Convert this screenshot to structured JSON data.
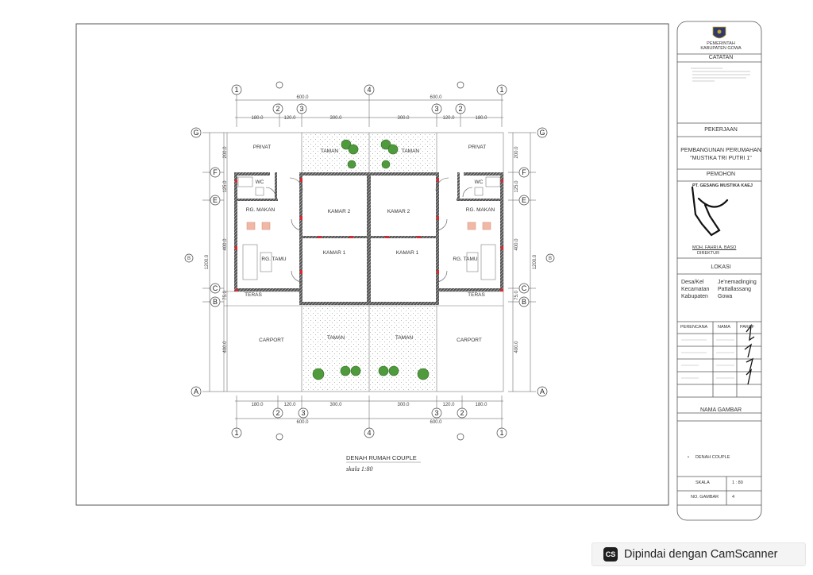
{
  "plan": {
    "title": "DENAH RUMAH COUPLE",
    "scale_note": "skala 1:80",
    "axis_labels": {
      "top": [
        "1",
        "2",
        "3",
        "4",
        "3",
        "2",
        "1"
      ],
      "left": [
        "G",
        "F",
        "E",
        "C",
        "B",
        "A"
      ],
      "right": [
        "G",
        "F",
        "E",
        "C",
        "B",
        "A"
      ],
      "mid": "B"
    },
    "dimensions": {
      "top_total": [
        "600.0",
        "600.0"
      ],
      "top_parts": [
        "180.0",
        "120.0",
        "300.0",
        "300.0",
        "120.0",
        "180.0"
      ],
      "left_side": [
        "200.0",
        "125.0",
        "400.0",
        "75.0",
        "400.0"
      ],
      "overall": "1200.0"
    },
    "rooms": {
      "privat": "PRIVAT",
      "taman": "TAMAN",
      "wc": "WC",
      "rg_makan": "RG. MAKAN",
      "rg_tamu": "RG. TAMU",
      "kamar2": "KAMAR 2",
      "kamar1": "KAMAR 1",
      "teras": "TERAS",
      "carport": "CARPORT"
    }
  },
  "title_block": {
    "org_line1": "PEMERINTAH",
    "org_line2": "KABUPATEN GOWA",
    "catatan": "CATATAN",
    "pekerjaan": "PEKERJAAN",
    "project_line1": "PEMBANGUNAN PERUMAHAN",
    "project_line2": "\"MUSTIKA TRI PUTRI 1\"",
    "pemohon": "PEMOHON",
    "company": "PT. GESANG MUSTIKA KAEJ",
    "signer": "MOH. FAHRI A. BASO",
    "signer_role": "DIREKTUR",
    "lokasi": "LOKASI",
    "loc_rows": [
      {
        "label": "Desa/Kel",
        "value": "Je'nemadinging"
      },
      {
        "label": "Kecamatan",
        "value": "Pattallassang"
      },
      {
        "label": "Kabupaten",
        "value": "Gowa"
      }
    ],
    "perencana_headers": [
      "PERENCANA",
      "NAMA",
      "PARAF"
    ],
    "nama_gambar": "NAMA GAMBAR",
    "drawing_item": "DENAH COUPLE",
    "skala_label": "SKALA",
    "skala_value": "1 : 80",
    "no_gambar_label": "NO. GAMBAR",
    "no_gambar_value": "4"
  },
  "badge": {
    "logo": "CS",
    "text": "Dipindai dengan CamScanner"
  }
}
